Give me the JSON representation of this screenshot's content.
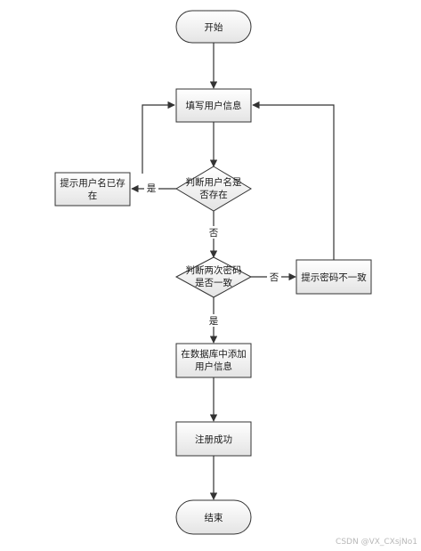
{
  "nodes": {
    "start": "开始",
    "fill_info": "填写用户信息",
    "check_user": [
      "判断用户名是",
      "否存在"
    ],
    "user_exists": [
      "提示用户名已存",
      "在"
    ],
    "check_pwd": [
      "判断两次密码",
      "是否一致"
    ],
    "pwd_mismatch": "提示密码不一致",
    "add_db": [
      "在数据库中添加",
      "用户信息"
    ],
    "success": "注册成功",
    "end": "结束"
  },
  "edges": {
    "yes_user": "是",
    "no_user": "否",
    "no_pwd": "否",
    "yes_pwd": "是"
  },
  "watermark": "CSDN @VX_CXsjNo1",
  "colors": {
    "stroke": "#333333",
    "fill_top": "#ffffff",
    "fill_bottom": "#e4e4e4",
    "watermark": "#b8b8b8"
  }
}
